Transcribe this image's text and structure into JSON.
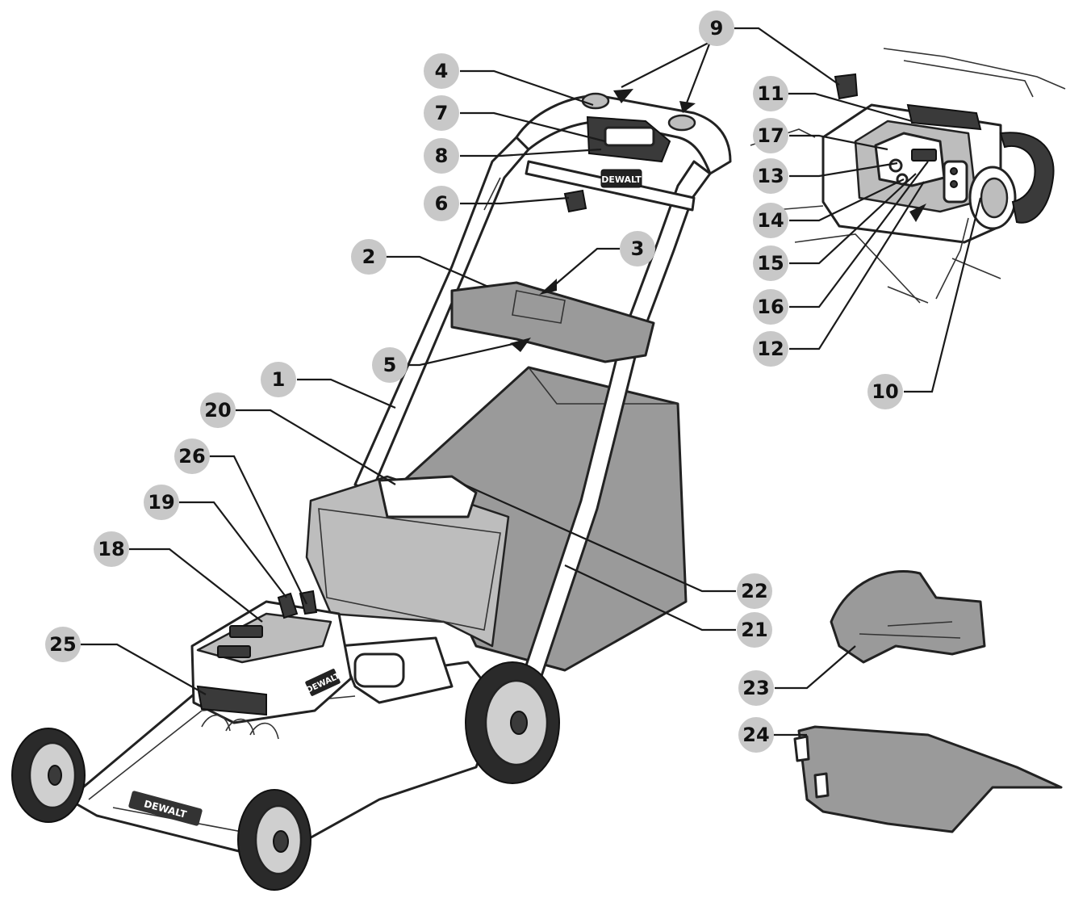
{
  "diagram": {
    "brand_marks": [
      "DEWALT"
    ],
    "callouts": [
      {
        "id": "c1",
        "label": "1"
      },
      {
        "id": "c2",
        "label": "2"
      },
      {
        "id": "c3",
        "label": "3"
      },
      {
        "id": "c4",
        "label": "4"
      },
      {
        "id": "c5",
        "label": "5"
      },
      {
        "id": "c6",
        "label": "6"
      },
      {
        "id": "c7",
        "label": "7"
      },
      {
        "id": "c8",
        "label": "8"
      },
      {
        "id": "c9",
        "label": "9"
      },
      {
        "id": "c10",
        "label": "10"
      },
      {
        "id": "c11",
        "label": "11"
      },
      {
        "id": "c12",
        "label": "12"
      },
      {
        "id": "c13",
        "label": "13"
      },
      {
        "id": "c14",
        "label": "14"
      },
      {
        "id": "c15",
        "label": "15"
      },
      {
        "id": "c16",
        "label": "16"
      },
      {
        "id": "c17",
        "label": "17"
      },
      {
        "id": "c18",
        "label": "18"
      },
      {
        "id": "c19",
        "label": "19"
      },
      {
        "id": "c20",
        "label": "20"
      },
      {
        "id": "c21",
        "label": "21"
      },
      {
        "id": "c22",
        "label": "22"
      },
      {
        "id": "c23",
        "label": "23"
      },
      {
        "id": "c24",
        "label": "24"
      },
      {
        "id": "c25",
        "label": "25"
      },
      {
        "id": "c26",
        "label": "26"
      }
    ]
  },
  "colors": {
    "callout_fill": "#c8c8c8",
    "line": "#1a1a1a",
    "grass_bag": "#9a9a9a"
  }
}
